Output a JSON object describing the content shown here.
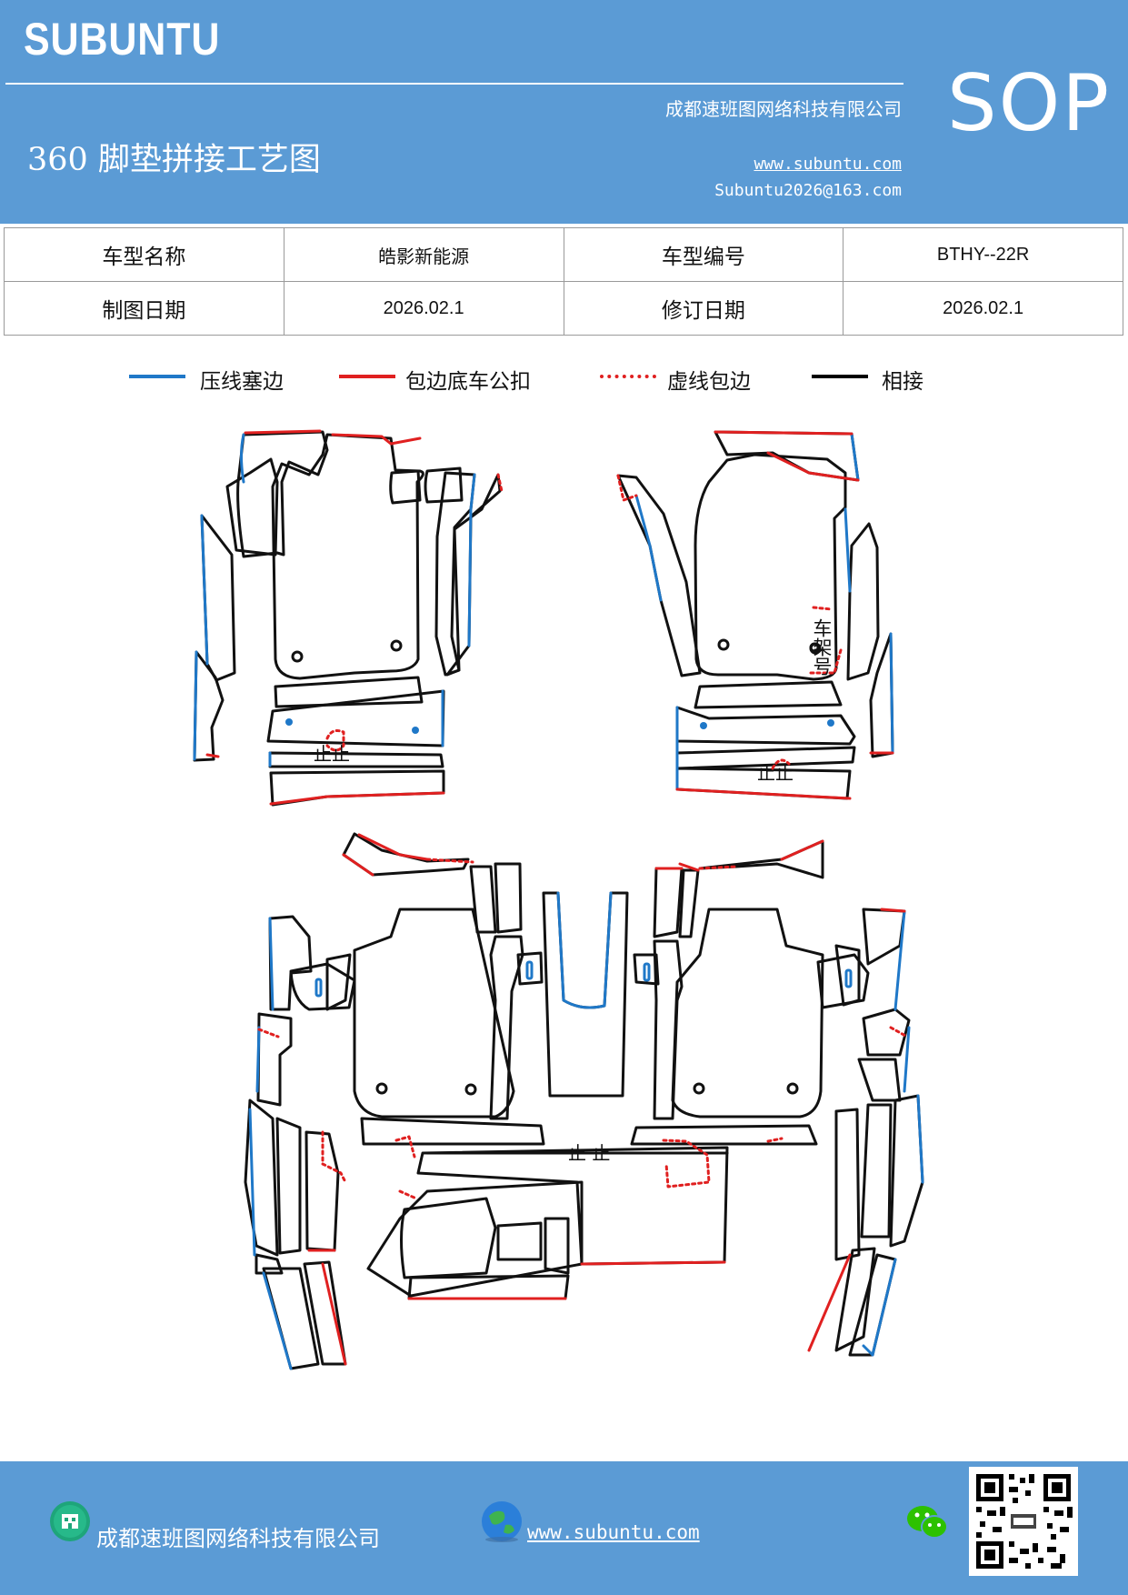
{
  "header": {
    "brand": "SUBUNTU",
    "company": "成都速班图网络科技有限公司",
    "title": "360 脚垫拼接工艺图",
    "website": "www.subuntu.com",
    "email": "Subuntu2026@163.com",
    "badge": "SOP",
    "background_color": "#5b9bd5"
  },
  "info_table": {
    "model_name_label": "车型名称",
    "model_name_value": "皓影新能源",
    "model_code_label": "车型编号",
    "model_code_value": "BTHY--22R",
    "draw_date_label": "制图日期",
    "draw_date_value": "2026.02.1",
    "revision_date_label": "修订日期",
    "revision_date_value": "2026.02.1"
  },
  "legend": [
    {
      "label": "压线塞边",
      "color": "#1f78c8",
      "style": "solid"
    },
    {
      "label": "包边底车公扣",
      "color": "#e02020",
      "style": "solid"
    },
    {
      "label": "虚线包边",
      "color": "#e02020",
      "style": "dotted"
    },
    {
      "label": "相接",
      "color": "#000000",
      "style": "solid"
    }
  ],
  "diagram": {
    "frame_label": "车架号",
    "joint_marks": [
      "止止",
      "止止",
      "止 止"
    ]
  },
  "footer": {
    "company": "成都速班图网络科技有限公司",
    "website": "www.subuntu.com ",
    "company_icon": "building-icon",
    "web_icon": "globe-icon",
    "wechat_icon": "wechat-icon",
    "qr_icon": "qr-code-icon"
  }
}
